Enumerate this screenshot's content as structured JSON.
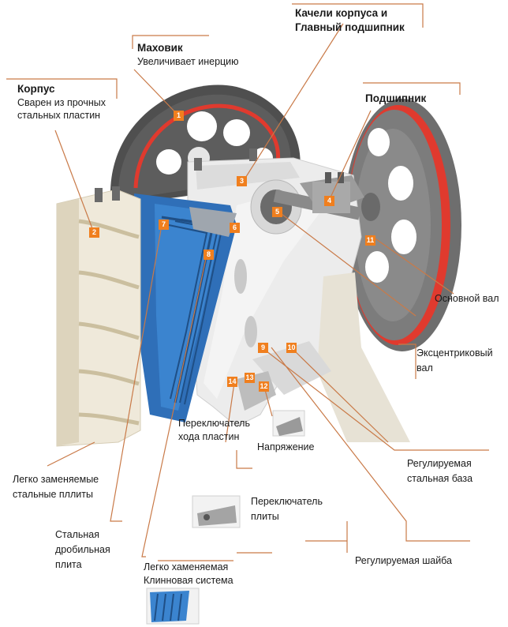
{
  "colors": {
    "accent": "#e83a2f",
    "marker": "#f07f1e",
    "plate": "#2f6fb8",
    "frame": "#ece6d8",
    "line": "#c97a48"
  },
  "labels": {
    "flywheel_title": "Маховик",
    "flywheel_desc": "Увеличивает инерцию",
    "housing_title": "Корпус",
    "housing_desc_1": "Сварен из прочных",
    "housing_desc_2": "стальных пластин",
    "swing_title_1": "Качели корпуса и",
    "swing_title_2": "Главный подшипник",
    "bearing_title": "Подшипник",
    "main_shaft": "Основной вал",
    "eccentric_1": "Эксцентриковый",
    "eccentric_2": "вал",
    "toggle_switch_1": "Переключатель",
    "toggle_switch_2": "хода пластин",
    "tension": "Напряжение",
    "adjust_base_1": "Регулируемая",
    "adjust_base_2": "стальная база",
    "plate_switch_1": "Переключатель",
    "plate_switch_2": "плиты",
    "replace_plates_1": "Легко заменяемые",
    "replace_plates_2": "стальные пллиты",
    "crush_plate_1": "Стальная",
    "crush_plate_2": "дробильная",
    "crush_plate_3": "плита",
    "adjust_washer": "Регулируемая шайба",
    "wedge_1": "Легко хаменяемая",
    "wedge_2": "Клинновая система"
  },
  "markers": [
    "1",
    "2",
    "3",
    "4",
    "5",
    "6",
    "7",
    "8",
    "9",
    "10",
    "11",
    "12",
    "13",
    "14"
  ]
}
